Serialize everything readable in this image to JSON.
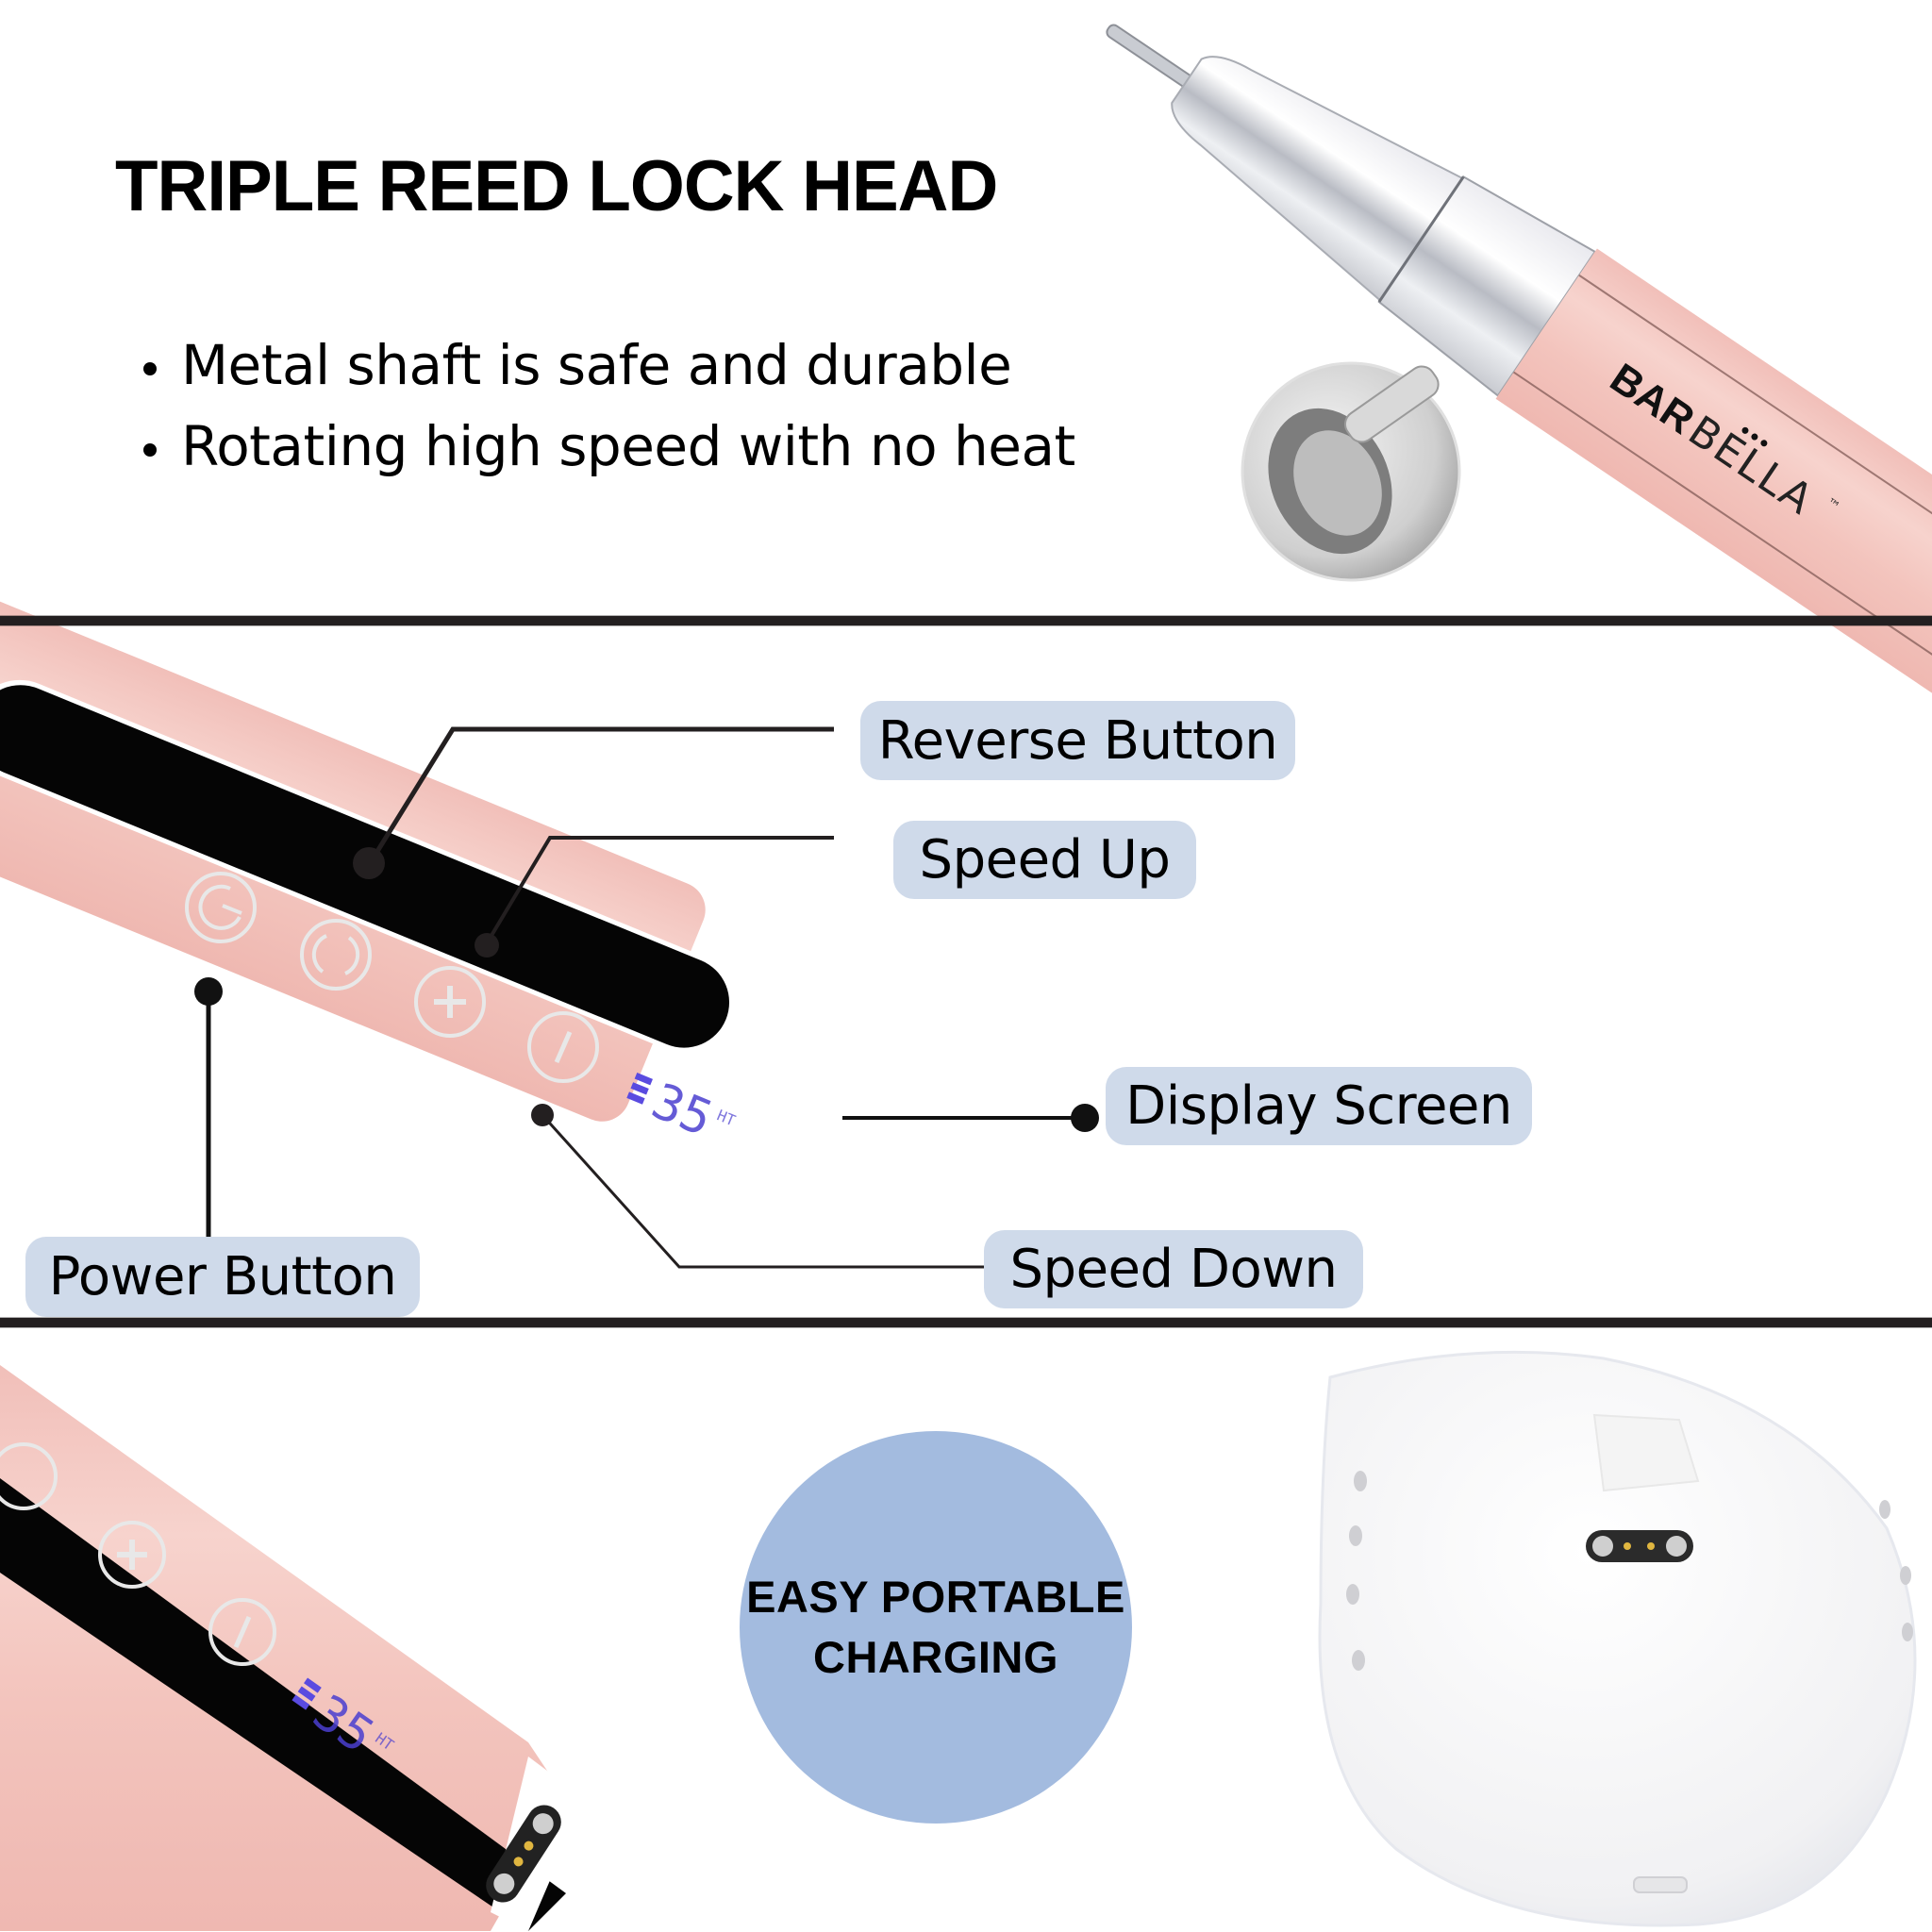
{
  "section_top": {
    "title": "TRIPLE REED LOCK HEAD",
    "bullets": [
      "Metal shaft is safe and durable",
      "Rotating high speed with no heat"
    ],
    "product_image": {
      "brand_bold": "BAR",
      "brand_light": "BELLA",
      "trademark": "™",
      "alt": "Rose gold nail drill handpiece with silver metal head and lock-head close-up inset"
    }
  },
  "section_middle": {
    "labels": {
      "reverse": "Reverse Button",
      "speed_up": "Speed Up",
      "display": "Display Screen",
      "speed_down": "Speed Down",
      "power": "Power Button"
    },
    "device_buttons": [
      "power-icon",
      "reverse-icon",
      "plus-icon",
      "minus-icon"
    ],
    "display_reading": "35",
    "display_unit": "HT"
  },
  "section_bottom": {
    "badge_line1": "EASY PORTABLE",
    "badge_line2": "CHARGING",
    "display_reading": "35",
    "display_unit": "HT",
    "charger_alt": "White round charging dock with pogo-pin connector"
  },
  "colors": {
    "divider": "#231F20",
    "label_pill": "#CFDAEA",
    "badge": "#A3BBDF",
    "device_pink": "#F3C6C0",
    "panel_black": "#050505",
    "lcd_blue": "#5A4BE0",
    "leader_line": "#231F20"
  }
}
